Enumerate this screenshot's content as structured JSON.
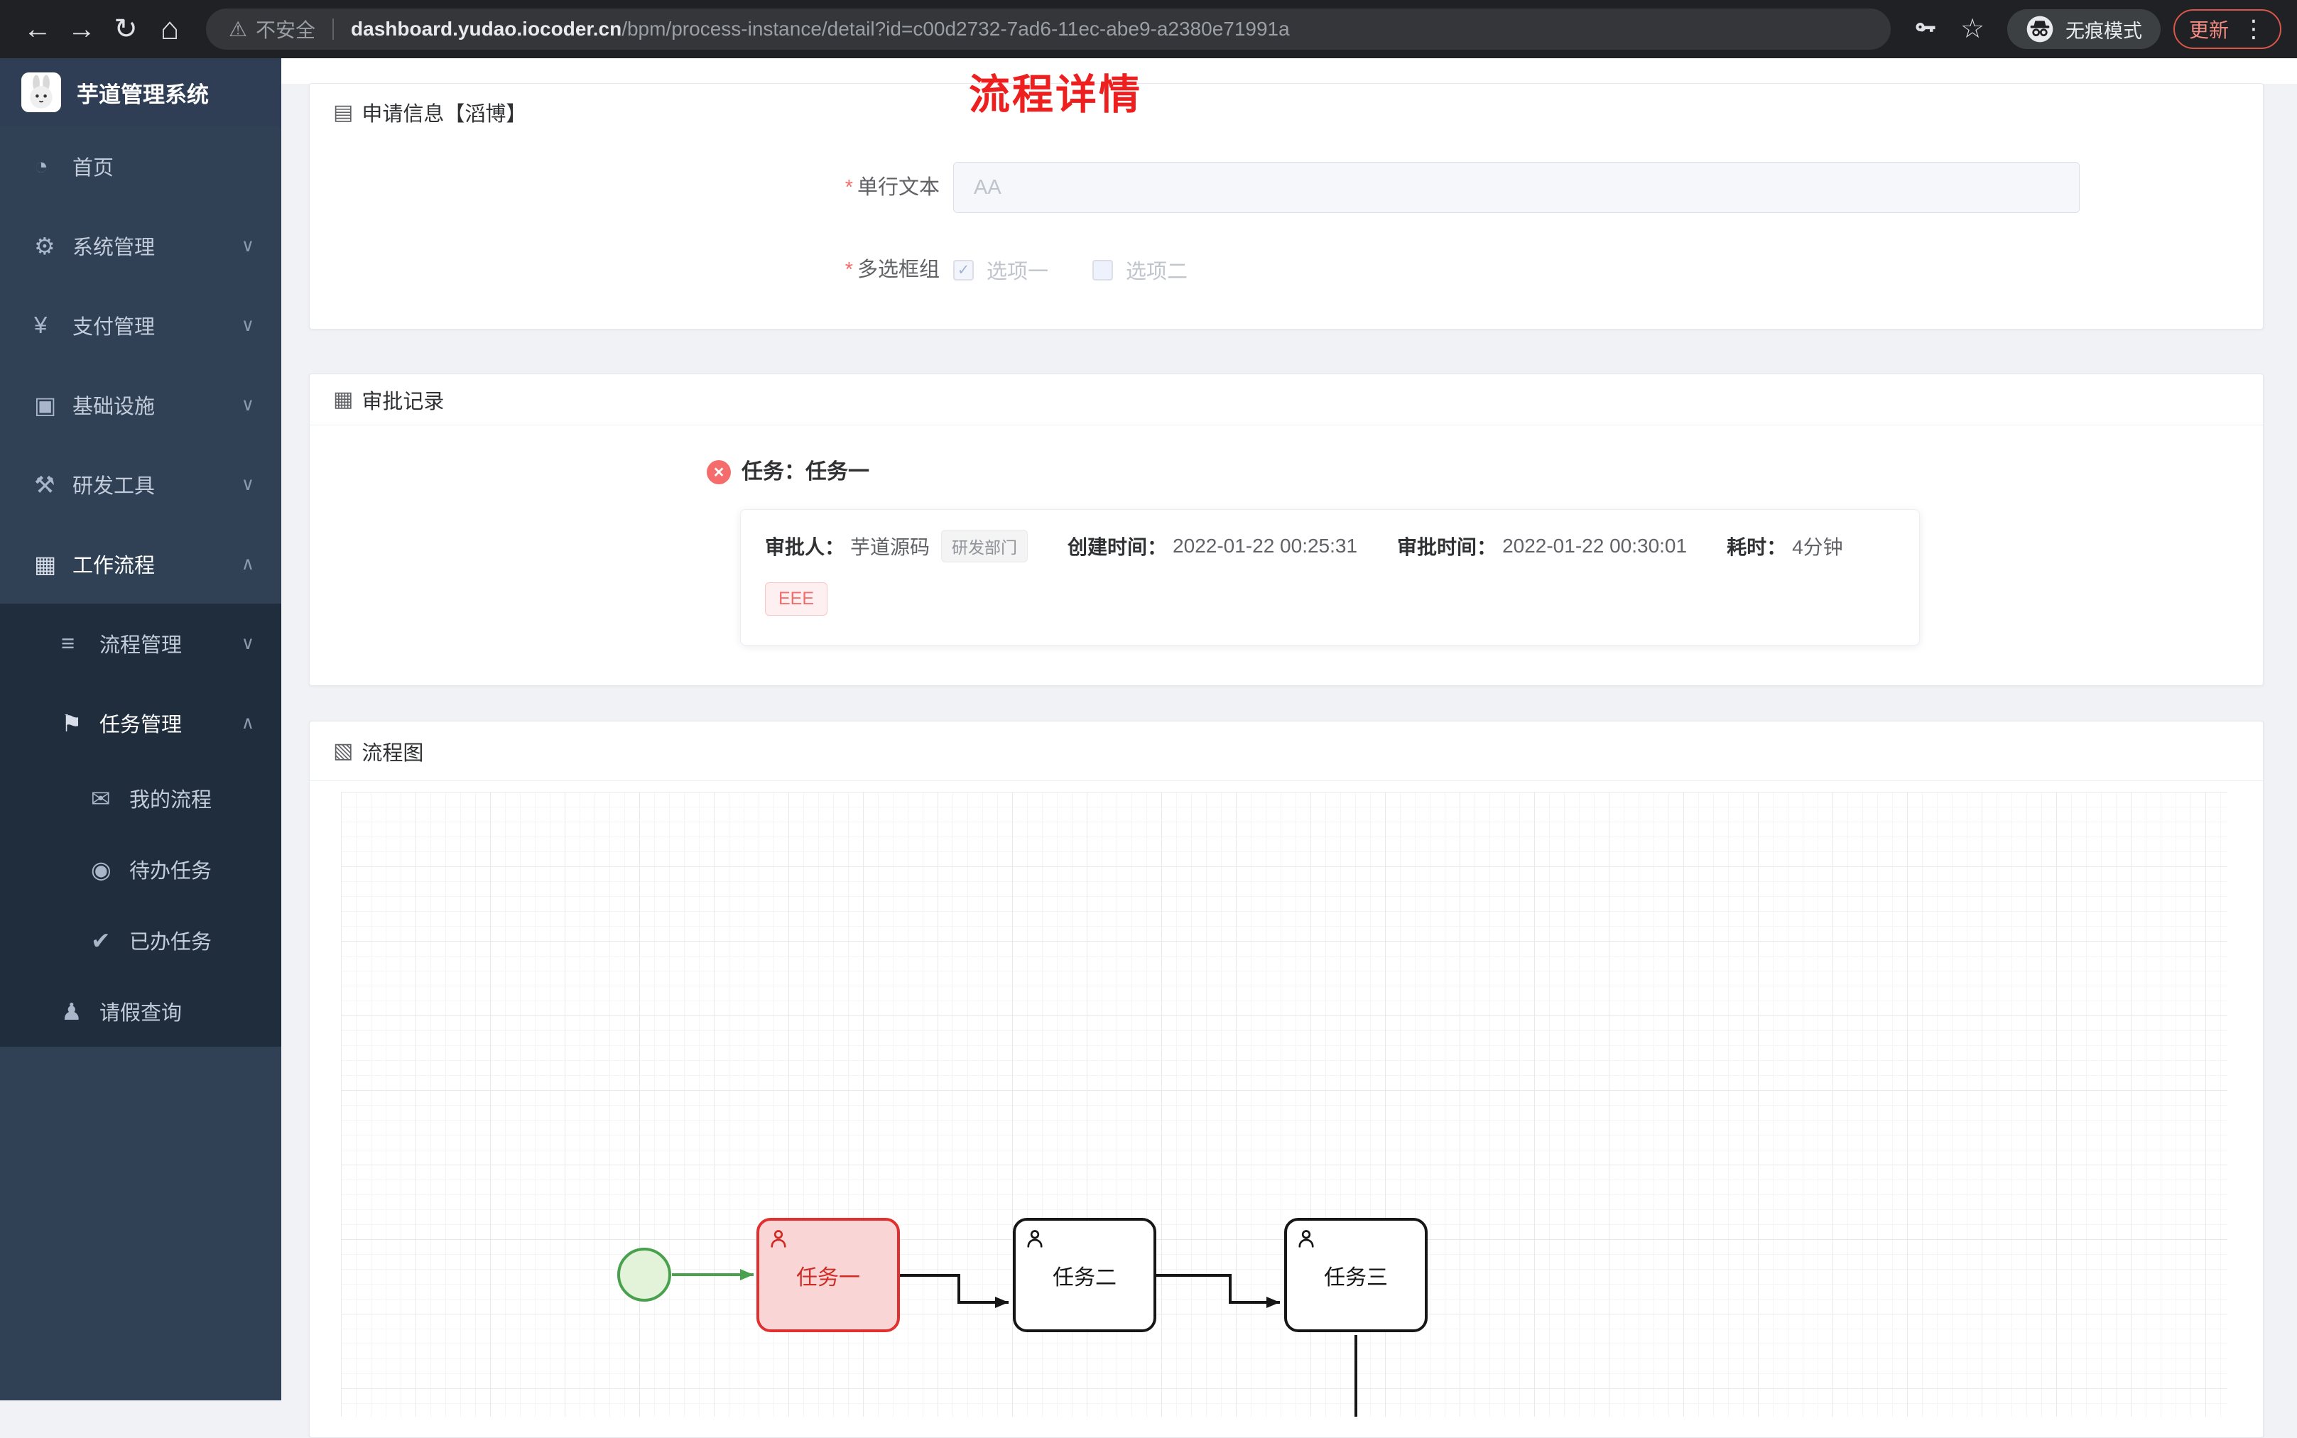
{
  "browser": {
    "security_label": "不安全",
    "url_host": "dashboard.yudao.iocoder.cn",
    "url_path": "/bpm/process-instance/detail?id=c00d2732-7ad6-11ec-abe9-a2380e71991a",
    "incognito_label": "无痕模式",
    "update_label": "更新"
  },
  "sidebar": {
    "app_title": "芋道管理系统",
    "items": [
      {
        "label": "首页",
        "icon": "dashboard"
      },
      {
        "label": "系统管理",
        "icon": "settings-gear",
        "chevron": "down"
      },
      {
        "label": "支付管理",
        "icon": "payment-yen",
        "chevron": "down"
      },
      {
        "label": "基础设施",
        "icon": "infrastructure",
        "chevron": "down"
      },
      {
        "label": "研发工具",
        "icon": "dev-tools",
        "chevron": "down"
      },
      {
        "label": "工作流程",
        "icon": "workflow",
        "chevron": "up"
      },
      {
        "label": "流程管理",
        "icon": "process-list",
        "chevron": "down"
      },
      {
        "label": "任务管理",
        "icon": "task-flag",
        "chevron": "up"
      },
      {
        "label": "我的流程",
        "icon": "my-process"
      },
      {
        "label": "待办任务",
        "icon": "todo-tasks"
      },
      {
        "label": "已办任务",
        "icon": "done-tasks"
      },
      {
        "label": "请假查询",
        "icon": "leave-query"
      }
    ]
  },
  "page": {
    "title": "流程详情"
  },
  "apply_card": {
    "title": "申请信息【滔博】",
    "text_label": "单行文本",
    "text_placeholder": "AA",
    "checkbox_label": "多选框组",
    "options": [
      {
        "label": "选项一",
        "checked": true
      },
      {
        "label": "选项二",
        "checked": false
      }
    ]
  },
  "approval_card": {
    "title": "审批记录",
    "task_title": "任务：任务一",
    "approver_label": "审批人：",
    "approver": "芋道源码",
    "dept_tag": "研发部门",
    "create_label": "创建时间：",
    "create_time": "2022-01-22 00:25:31",
    "approve_label": "审批时间：",
    "approve_time": "2022-01-22 00:30:01",
    "duration_label": "耗时：",
    "duration": "4分钟",
    "comment_tag": "EEE"
  },
  "diagram_card": {
    "title": "流程图",
    "nodes": [
      {
        "label": "任务一",
        "state": "current-rejected",
        "color": "#e03030"
      },
      {
        "label": "任务二",
        "state": "pending",
        "color": "#161616"
      },
      {
        "label": "任务三",
        "state": "pending",
        "color": "#161616"
      }
    ],
    "start_event_color": "#49a14d"
  }
}
